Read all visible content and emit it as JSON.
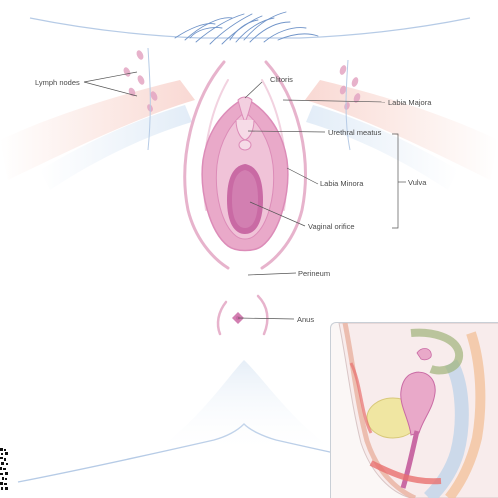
{
  "labels": {
    "lymph_nodes": "Lymph nodes",
    "clitoris": "Clitoris",
    "labia_majora": "Labia Majora",
    "urethral_meatus": "Urethral meatus",
    "labia_minora": "Labia Minora",
    "vulva": "Vulva",
    "vaginal_orifice": "Vaginal orifice",
    "perineum": "Perineum",
    "anus": "Anus"
  },
  "colors": {
    "skin_outline": "#b6cbe6",
    "hair": "#6f93c8",
    "labia_majora": "#e7b3cc",
    "labia_minora": "#dc8cb8",
    "vaginal_orifice": "#c96aa4",
    "lymph_node": "#e3a5c3",
    "leader_line": "#555555",
    "uterus": "#f0e6a2",
    "bladder": "#c7d7ea",
    "muscle": "#e8706f"
  }
}
